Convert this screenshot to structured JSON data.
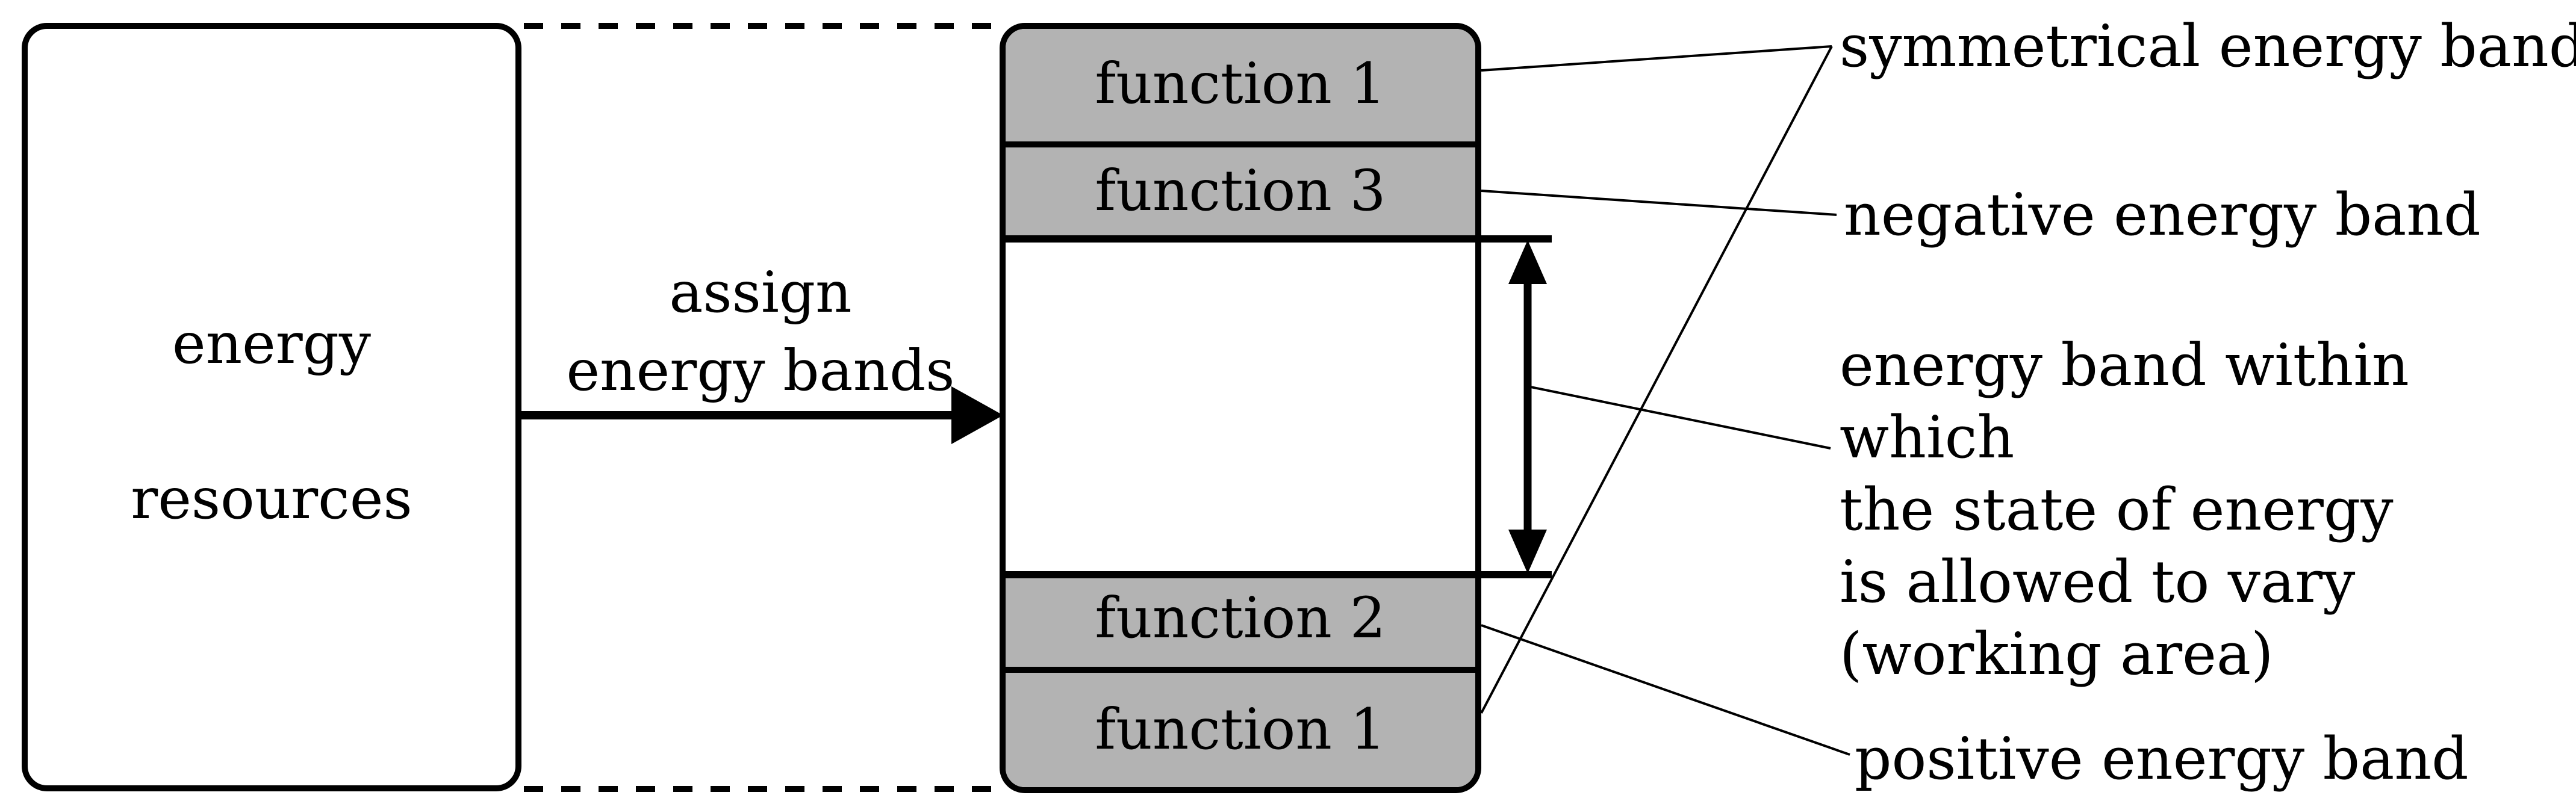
{
  "left_box": {
    "line1": "energy",
    "line2": "resources"
  },
  "arrow_label": {
    "line1": "assign",
    "line2": "energy bands"
  },
  "stack_box": {
    "bands": {
      "top_label": "function 1",
      "second_label": "function 3",
      "fourth_label": "function 2",
      "bottom_label": "function 1"
    }
  },
  "annotations": {
    "symmetrical": "symmetrical energy band",
    "negative": "negative energy band",
    "working_line1": "energy band within which",
    "working_line2": "the state of energy",
    "working_line3": "is allowed to vary",
    "working_line4": "(working area)",
    "positive": "positive energy band"
  },
  "colors": {
    "band_fill": "#b3b3b3",
    "line": "#000000",
    "background": "#ffffff"
  }
}
